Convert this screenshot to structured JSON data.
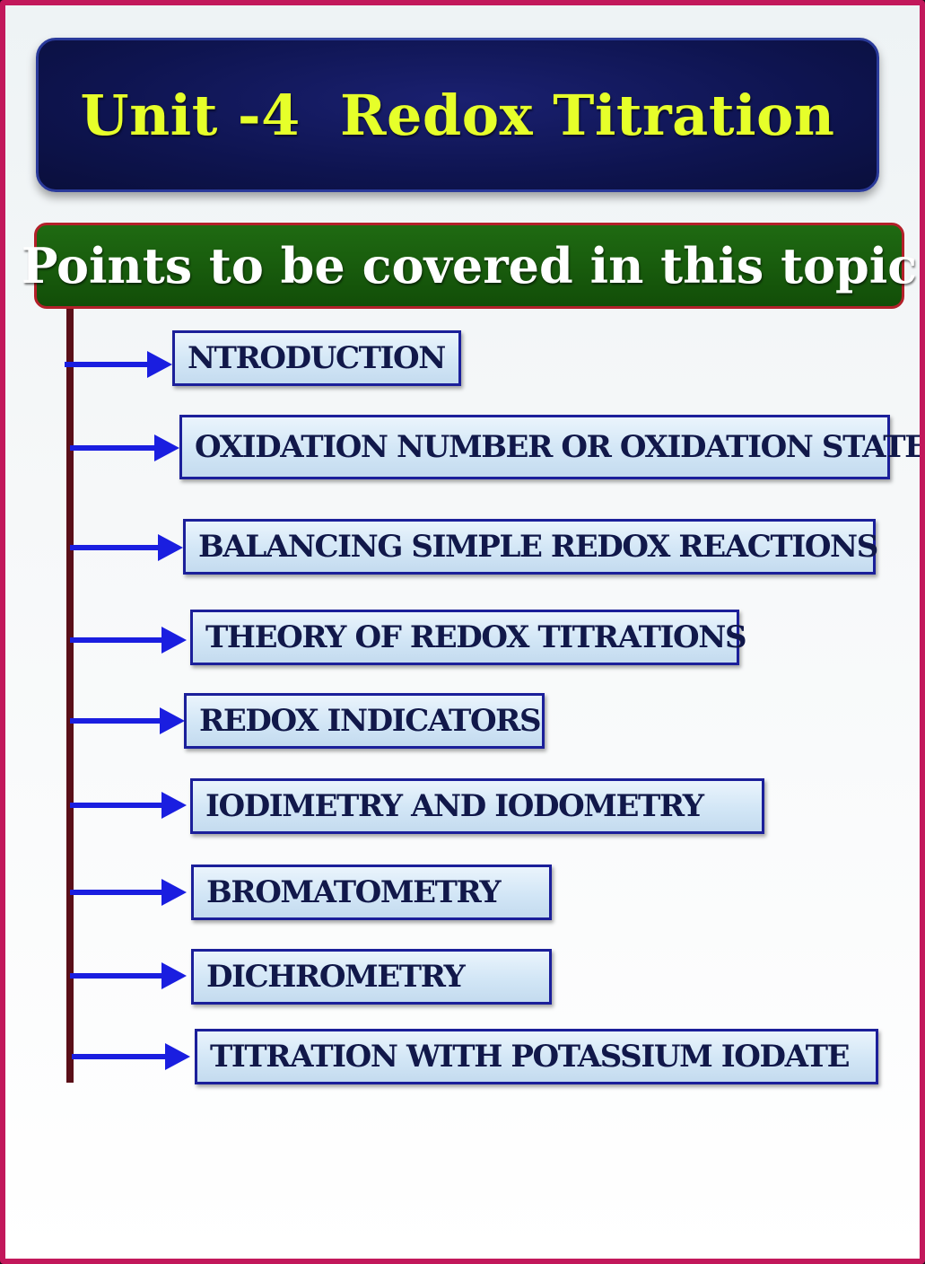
{
  "slide": {
    "title": "Unit -4  Redox Titration",
    "subtitle": "Points to be covered in this topic",
    "items": [
      "NTRODUCTION",
      "OXIDATION NUMBER OR OXIDATION STATE",
      "BALANCING SIMPLE REDOX REACTIONS",
      "THEORY OF REDOX TITRATIONS",
      "REDOX INDICATORS",
      "IODIMETRY AND IODOMETRY",
      "BROMATOMETRY",
      "DICHROMETRY",
      "TITRATION WITH POTASSIUM IODATE"
    ]
  },
  "colors": {
    "title_text": "#e6ff2a",
    "title_banner": "#0e1450",
    "subtitle_banner": "#124e08",
    "arrow": "#1a1ee0",
    "spine": "#5a0f18",
    "box_border": "#1b1f9a",
    "slide_border": "#c2185b"
  }
}
